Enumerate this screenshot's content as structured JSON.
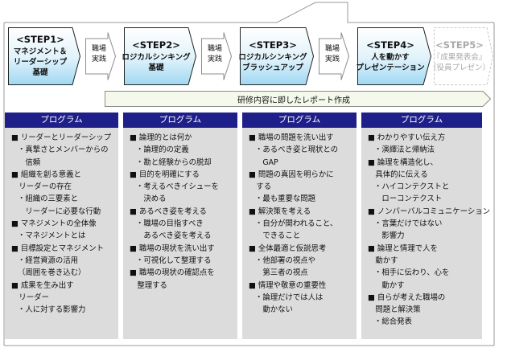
{
  "steps": [
    {
      "num": "<STEP1>",
      "lines": [
        "マネジメント＆",
        "リーダーシップ",
        "基礎"
      ],
      "active": true
    },
    {
      "num": "<STEP2>",
      "lines": [
        "ロジカルシンキング",
        "基礎"
      ],
      "active": true
    },
    {
      "num": "<STEP3>",
      "lines": [
        "ロジカルシンキング",
        "ブラッシュアップ"
      ],
      "active": true
    },
    {
      "num": "<STEP4>",
      "lines": [
        "人を動かす",
        "プレゼンテーション"
      ],
      "active": true
    },
    {
      "num": "<STEP5>",
      "lines": [
        "『成果発表会』",
        "（役員プレゼン）"
      ],
      "active": false
    }
  ],
  "practice": [
    "職場",
    "実践"
  ],
  "report_label": "研修内容に即したレポート作成",
  "program_header": "プログラム",
  "columns": [
    {
      "items": [
        {
          "t": "■ リーダーとリーダーシップ",
          "k": "b"
        },
        {
          "t": "・真摯さとメンバーからの",
          "k": "s"
        },
        {
          "t": "　信頼",
          "k": "s"
        },
        {
          "t": "■ 組織を創る意義と",
          "k": "b"
        },
        {
          "t": "　リーダーの存在",
          "k": "b"
        },
        {
          "t": "・組織の三要素と",
          "k": "s"
        },
        {
          "t": "　リーダーに必要な行動",
          "k": "s"
        },
        {
          "t": "■ マネジメントの全体像",
          "k": "b"
        },
        {
          "t": "・マネジメントとは",
          "k": "s"
        },
        {
          "t": "■ 目標設定とマネジメント",
          "k": "b"
        },
        {
          "t": "・経営資源の活用",
          "k": "s"
        },
        {
          "t": "（周囲を巻き込む）",
          "k": "s"
        },
        {
          "t": "■ 成果を生み出す",
          "k": "b"
        },
        {
          "t": "　リーダー",
          "k": "b"
        },
        {
          "t": "・人に対する影響力",
          "k": "s"
        }
      ]
    },
    {
      "items": [
        {
          "t": "■ 論理的とは何か",
          "k": "b"
        },
        {
          "t": "・論理的の定義",
          "k": "s"
        },
        {
          "t": "・勘と経験からの脱却",
          "k": "s"
        },
        {
          "t": "■ 目的を明確にする",
          "k": "b"
        },
        {
          "t": "・考えるべきイシューを",
          "k": "s"
        },
        {
          "t": "　決める",
          "k": "s"
        },
        {
          "t": "■ あるべき姿を考える",
          "k": "b"
        },
        {
          "t": "・職場の目指すべき",
          "k": "s"
        },
        {
          "t": "　あるべき姿を考える",
          "k": "s"
        },
        {
          "t": "■ 職場の現状を洗い出す",
          "k": "b"
        },
        {
          "t": "・可視化して整理する",
          "k": "s"
        },
        {
          "t": "■ 職場の現状の確認点を",
          "k": "b"
        },
        {
          "t": "　整理する",
          "k": "b"
        }
      ]
    },
    {
      "items": [
        {
          "t": "■ 職場の問題を洗い出す",
          "k": "b"
        },
        {
          "t": "・あるべき姿と現状との",
          "k": "s"
        },
        {
          "t": "　GAP",
          "k": "s"
        },
        {
          "t": "■ 問題の真因を明らかに",
          "k": "b"
        },
        {
          "t": "　する",
          "k": "b"
        },
        {
          "t": "・最も重要な問題",
          "k": "s"
        },
        {
          "t": "■ 解決策を考える",
          "k": "b"
        },
        {
          "t": "・自分が関われること、",
          "k": "s"
        },
        {
          "t": "　できること",
          "k": "s"
        },
        {
          "t": "■ 全体最適と仮説思考",
          "k": "b"
        },
        {
          "t": "・他部署の視点や",
          "k": "s"
        },
        {
          "t": "　第三者の視点",
          "k": "s"
        },
        {
          "t": "■ 情理や敬意の重要性",
          "k": "b"
        },
        {
          "t": "・論理だけでは人は",
          "k": "s"
        },
        {
          "t": "　動かない",
          "k": "s"
        }
      ]
    },
    {
      "items": [
        {
          "t": "■ わかりやすい伝え方",
          "k": "b"
        },
        {
          "t": "・演繹法と帰納法",
          "k": "s"
        },
        {
          "t": "■ 論理を構造化し、",
          "k": "b"
        },
        {
          "t": "　具体的に伝える",
          "k": "b"
        },
        {
          "t": "・ハイコンテクストと",
          "k": "s"
        },
        {
          "t": "　ローコンテクスト",
          "k": "s"
        },
        {
          "t": "■ ノンバーバルコミュニケーション",
          "k": "b"
        },
        {
          "t": "・言葉だけではない",
          "k": "s"
        },
        {
          "t": "　影響力",
          "k": "s"
        },
        {
          "t": "■ 論理と情理で人を",
          "k": "b"
        },
        {
          "t": "　動かす",
          "k": "b"
        },
        {
          "t": "・相手に伝わり、心を",
          "k": "s"
        },
        {
          "t": "　動かす",
          "k": "s"
        },
        {
          "t": "■ 自らが考えた職場の",
          "k": "b"
        },
        {
          "t": "　問題と解決策",
          "k": "b"
        },
        {
          "t": "・総合発表",
          "k": "s"
        }
      ]
    }
  ],
  "colors": {
    "step_fill_light": "#eef9fd",
    "step_fill_dark": "#9fd8f2",
    "header_bg": "#1f1f8a",
    "column_bg": "#dcdcdc",
    "report_fill": "#f4f9ec",
    "dim_text": "#aaaaaa"
  }
}
